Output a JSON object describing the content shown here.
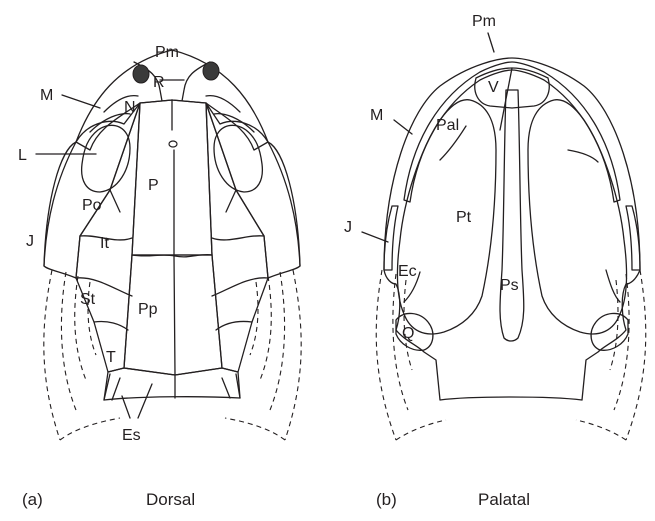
{
  "colors": {
    "pink": "#f4b8d4",
    "blue": "#b9e1f4",
    "green": "#a9d5b3",
    "yellow": "#fdf9bd",
    "orange": "#f7b68f",
    "orbit": "#3a3a3a"
  },
  "dorsal": {
    "caption_letter": "(a)",
    "caption": "Dorsal",
    "labels": {
      "Pm": "Pm",
      "R": "R",
      "M": "M",
      "N": "N",
      "L": "L",
      "P": "P",
      "Po": "Po",
      "J": "J",
      "It": "It",
      "St": "St",
      "Pp": "Pp",
      "T": "T",
      "Es": "Es"
    }
  },
  "palatal": {
    "caption_letter": "(b)",
    "caption": "Palatal",
    "labels": {
      "Pm": "Pm",
      "V": "V",
      "M": "M",
      "Pal": "Pal",
      "J": "J",
      "Pt": "Pt",
      "Ec": "Ec",
      "Ps": "Ps",
      "Q": "Q"
    }
  }
}
